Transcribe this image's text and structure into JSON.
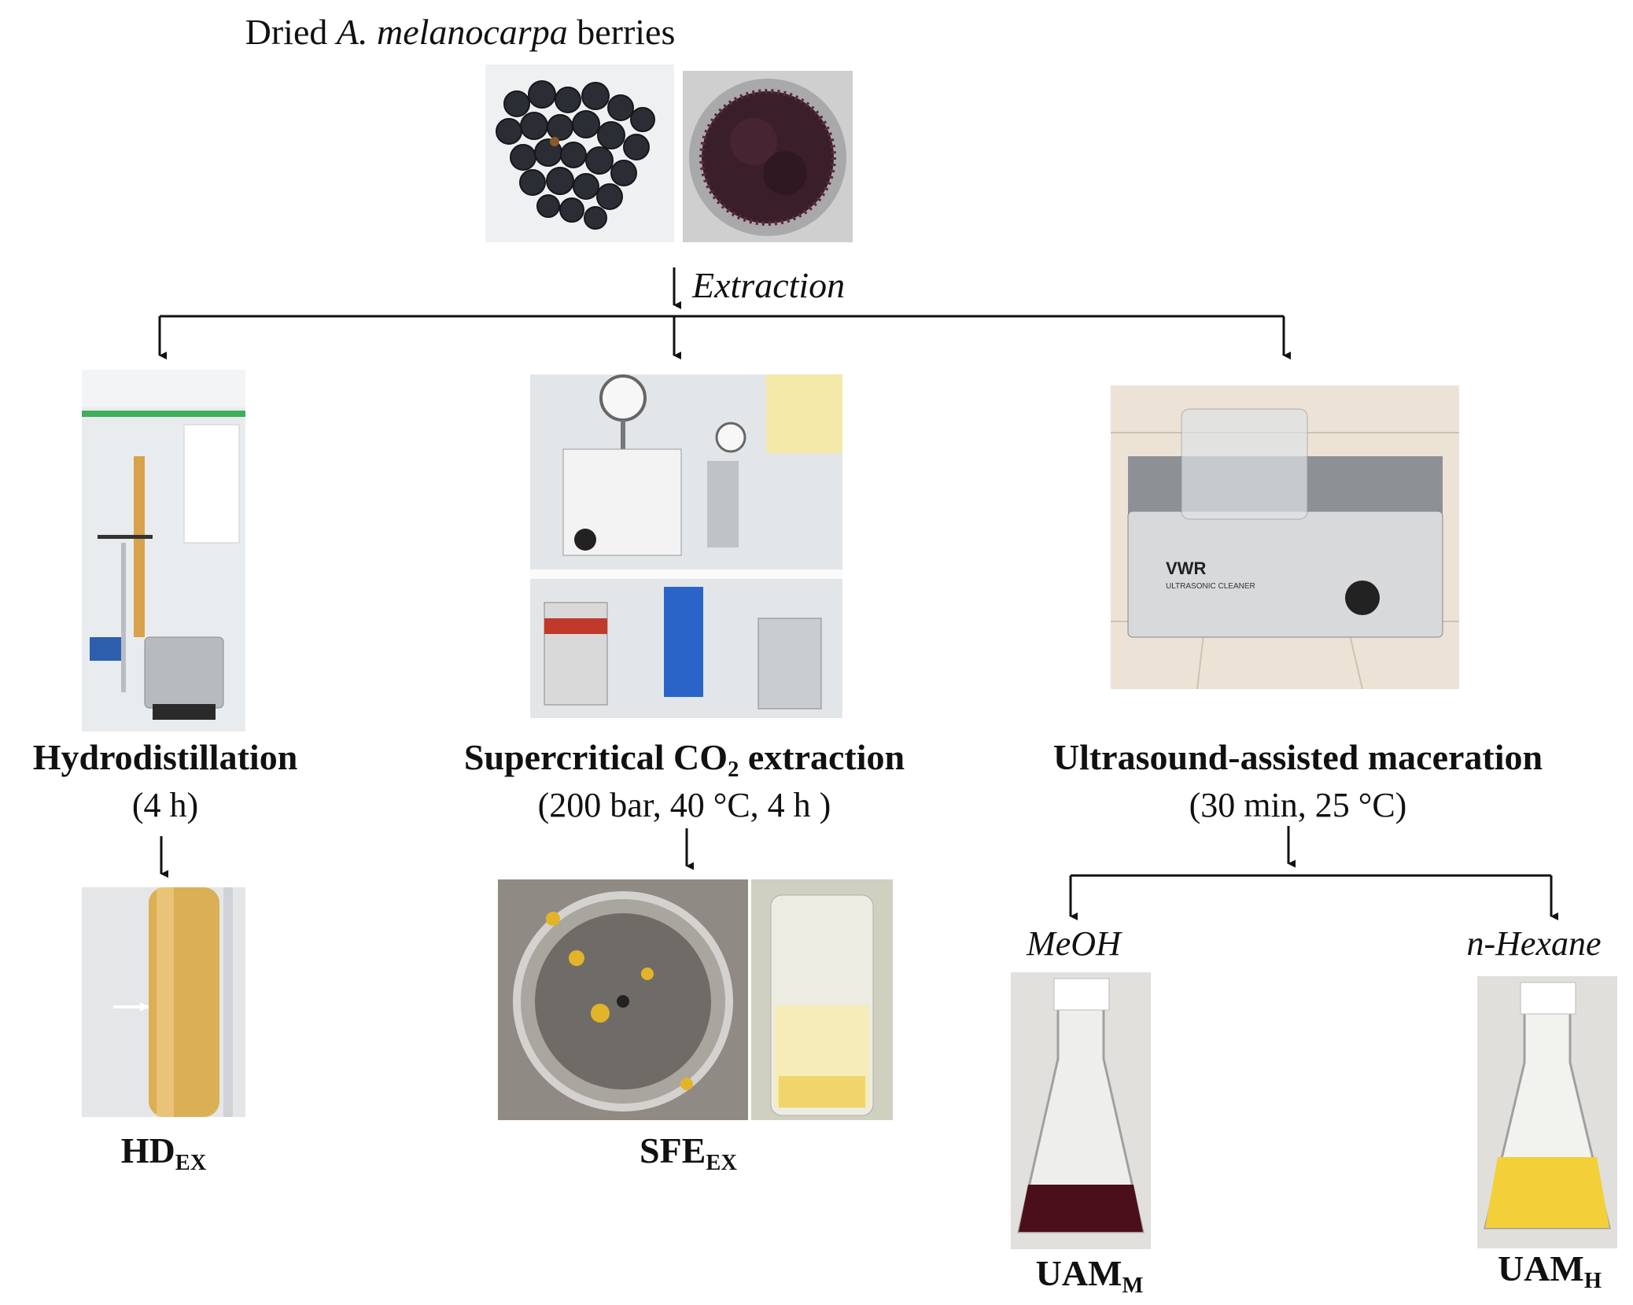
{
  "source": {
    "title_pre": "Dried ",
    "title_species": "A. melanocarpa",
    "title_post": " berries",
    "step_label": "Extraction"
  },
  "methods": [
    {
      "name": "Hydrodistillation",
      "conditions": "(4 h)",
      "product_base": "HD",
      "product_sub": "EX"
    },
    {
      "name_pre": "Supercritical CO",
      "name_sub": "2",
      "name_post": " extraction",
      "conditions": "(200 bar, 40 °C, 4 h )",
      "product_base": "SFE",
      "product_sub": "EX"
    },
    {
      "name": "Ultrasound-assisted maceration",
      "conditions": "(30 min, 25 °C)"
    }
  ],
  "solvents": [
    {
      "name": "MeOH",
      "product_base": "UAM",
      "product_sub": "M"
    },
    {
      "name": "n-Hexane",
      "product_base": "UAM",
      "product_sub": "H"
    }
  ],
  "device_text": {
    "brand": "VWR",
    "device_name": "ULTRASONIC CLEANER"
  },
  "colors": {
    "line": "#111111",
    "berry": "#2a2d33",
    "oil_yellow": "#d9a43a",
    "meoh_extract": "#4a0f1a",
    "hexane_extract": "#f3cf3a"
  }
}
